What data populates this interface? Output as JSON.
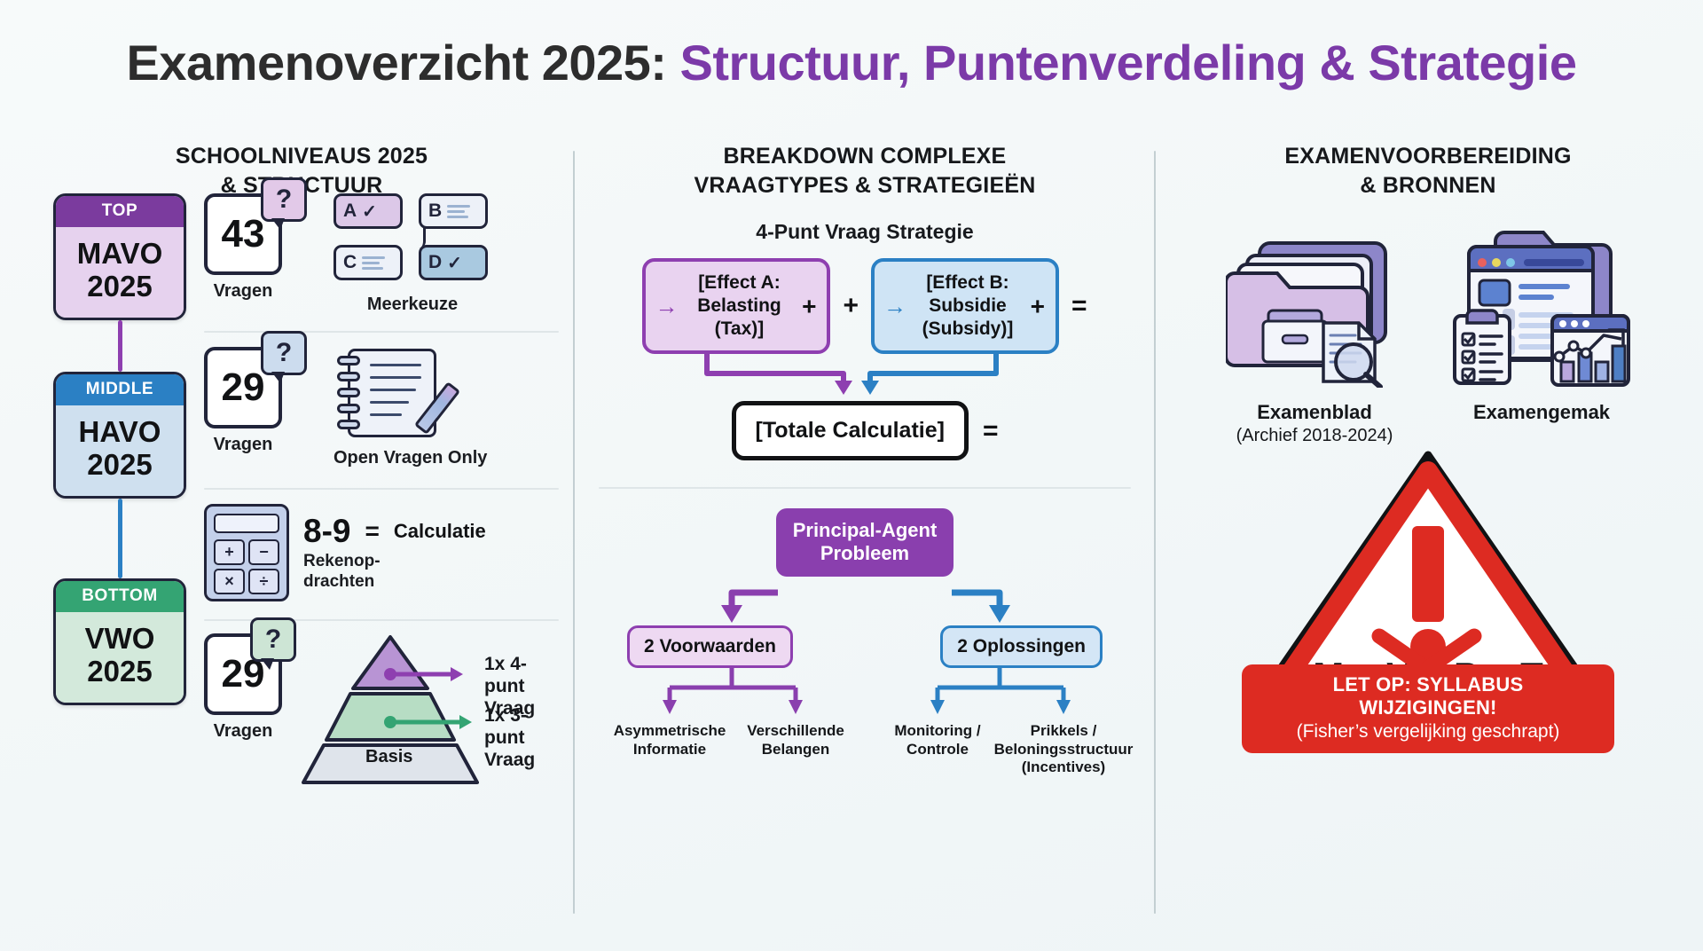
{
  "title": {
    "main": "Examenoverzicht 2025: ",
    "accent": "Structuur, Puntenverdeling & Strategie",
    "accent_color": "#7b3aa8"
  },
  "columns": {
    "left": {
      "heading_line1": "SCHOOLNIVEAUS 2025",
      "heading_line2": "& STRUCTUUR",
      "levels": [
        {
          "tag": "TOP",
          "name": "MAVO",
          "year": "2025",
          "tag_color": "#7b3b9e",
          "body_color": "#e6d2ee",
          "connector_color": "#8e3fb0"
        },
        {
          "tag": "MIDDLE",
          "name": "HAVO",
          "year": "2025",
          "tag_color": "#2b80c4",
          "body_color": "#cfe0ef",
          "connector_color": "#2b80c4"
        },
        {
          "tag": "BOTTOM",
          "name": "VWO",
          "year": "2025",
          "tag_color": "#34a473",
          "body_color": "#d3e9db",
          "connector_color": "#34a473"
        }
      ],
      "rows": [
        {
          "count": "43",
          "count_caption": "Vragen",
          "bubble": "?",
          "icon_name": "multiple-choice-icon",
          "icon_caption": "Meerkeuze",
          "mc_options": [
            {
              "letter": "A",
              "state": "checked"
            },
            {
              "letter": "B",
              "state": "lines"
            },
            {
              "letter": "C",
              "state": "lines"
            },
            {
              "letter": "D",
              "state": "checked"
            }
          ]
        },
        {
          "count": "29",
          "count_caption": "Vragen",
          "bubble": "?",
          "icon_name": "notebook-pencil-icon",
          "icon_caption": "Open Vragen Only"
        },
        {
          "calc_value": "8-9",
          "calc_caption_line1": "Rekenop-",
          "calc_caption_line2": "drachten",
          "equals": "=",
          "calc_result": "Calculatie",
          "calc_keys": [
            "+",
            "−",
            "×",
            "÷"
          ]
        },
        {
          "count": "29",
          "count_caption": "Vragen",
          "bubble": "?",
          "pyramid": {
            "tip_label": "",
            "mid_label": "",
            "base_label": "Basis",
            "annotations": [
              {
                "line1": "1x 4-punt",
                "line2": "Vraag",
                "color": "#8e3fb0"
              },
              {
                "line1": "1x 3-punt",
                "line2": "Vraag",
                "color": "#34a473"
              }
            ]
          }
        }
      ]
    },
    "middle": {
      "heading_line1": "BREAKDOWN COMPLEXE",
      "heading_line2": "VRAAGTYPES & STRATEGIEËN",
      "strategy_subhead": "4-Punt Vraag Strategie",
      "effects": [
        {
          "line1": "[Effect A:",
          "line2": "Belasting",
          "line3": "(Tax)]",
          "inner_plus": "+",
          "arrow": "→",
          "color": "#8e3fb0"
        },
        {
          "line1": "[Effect B:",
          "line2": "Subsidie",
          "line3": "(Subsidy)]",
          "inner_plus": "+",
          "arrow": "→",
          "color": "#2b80c4"
        }
      ],
      "operator_between": "+",
      "operator_end": "=",
      "total_box": "[Totale Calculatie]",
      "total_equals": "=",
      "principal_agent": {
        "title_line1": "Principal-Agent",
        "title_line2": "Probleem",
        "left_branch": {
          "label": "2 Voorwaarden",
          "leaves": [
            {
              "line1": "Asymmetrische",
              "line2": "Informatie"
            },
            {
              "line1": "Verschillende",
              "line2": "Belangen"
            }
          ]
        },
        "right_branch": {
          "label": "2 Oplossingen",
          "leaves": [
            {
              "line1": "Monitoring /",
              "line2": "Controle"
            },
            {
              "line1": "Prikkels /",
              "line2": "Beloningsstructuur",
              "line3": "(Incentives)"
            }
          ]
        }
      }
    },
    "right": {
      "heading_line1": "EXAMENVOORBEREIDING",
      "heading_line2": "& BRONNEN",
      "resources": [
        {
          "icon_name": "folder-archive-search-icon",
          "caption": "Examenblad",
          "sub": "(Archief 2018-2024)"
        },
        {
          "icon_name": "browser-dashboard-icon",
          "caption": "Examengemak",
          "sub": ""
        }
      ],
      "warning": {
        "icon_name": "warning-triangle-icon",
        "formula": "M × V = P × T",
        "struck": true,
        "triangle_color": "#dd2b22",
        "banner_line1": "LET OP: SYLLABUS WIJZIGINGEN!",
        "banner_line2": "(Fisher’s vergelijking geschrapt)",
        "banner_color": "#dd2b22"
      }
    }
  }
}
